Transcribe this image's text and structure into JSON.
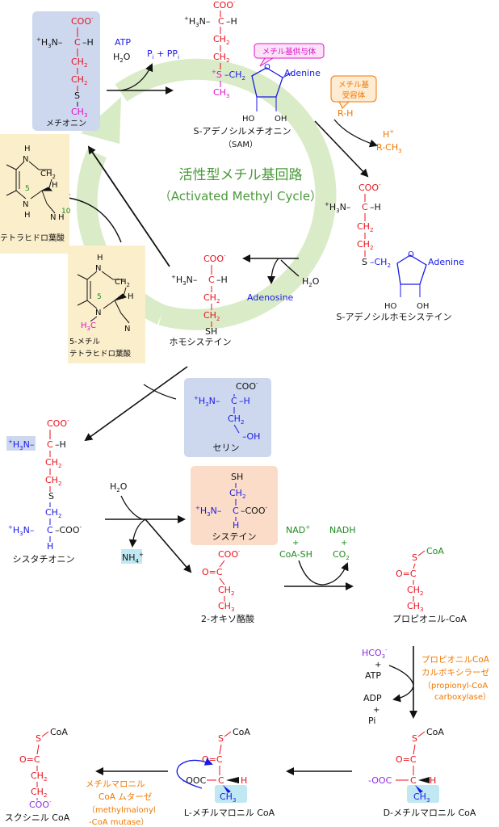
{
  "colors": {
    "red": "#e8101a",
    "blue": "#1a1ae6",
    "magenta": "#e010c8",
    "orange": "#f07800",
    "green": "#1e8a1e",
    "purple": "#8a2be2",
    "black": "#111111",
    "cycle": "#cfe6b8",
    "cycle_text": "#4a9a3a",
    "box_blue": "#cdd8ef",
    "box_yellow": "#fbeecb",
    "box_peach": "#fbdcc8",
    "box_cyan": "#bfe8f2"
  },
  "cycle": {
    "title_ja": "活性型メチル基回路",
    "title_en": "（Activated Methyl Cycle）"
  },
  "common": {
    "coo_minus": "COO",
    "coo": "COO",
    "minus": "-",
    "plus": "+",
    "h3n": "H",
    "h3n_3": "3",
    "h3n_n": "N",
    "c": "C",
    "h": "H",
    "ch2": "CH",
    "ch3": "CH",
    "sub2": "2",
    "sub3": "3",
    "s": "S",
    "sh": "SH",
    "oh": "OH",
    "ho": "HO",
    "o": "O",
    "nh": "N",
    "n": "N",
    "coa": "CoA",
    "dash": "–",
    "five": "5",
    "ten": "10"
  },
  "methionine": {
    "name": "メチオニン"
  },
  "step1": {
    "atp": "ATP",
    "h2o": "H",
    "h2o_o": "O",
    "pi": "P",
    "pi_sub": "i",
    "plus_pp": " + PP",
    "ppi_sub": "i"
  },
  "sam": {
    "name": "S-アデノシルメチオニン",
    "abbrev": "（SAM）",
    "adenine": "Adenine",
    "callout": "メチル基供与体"
  },
  "acceptor": {
    "callout_line1": "メチル基",
    "callout_line2": "受容体",
    "rh": "R-H",
    "hplus": "H",
    "rch3": "R-CH"
  },
  "sah": {
    "name": "S-アデノシルホモシステイン",
    "adenine": "Adenine",
    "h2o": "H",
    "h2o_o": "O",
    "adenosine": "Adenosine"
  },
  "homocysteine": {
    "name": "ホモシステイン"
  },
  "thf": {
    "name": "テトラヒドロ葉酸"
  },
  "mthf": {
    "name_line1": "5-メチル",
    "name_line2": "テトラヒドロ葉酸",
    "h3c": "H",
    "h3c_c": "C"
  },
  "serine": {
    "name": "セリン"
  },
  "cystathionine": {
    "name": "シスタチオニン"
  },
  "cysteine": {
    "name": "システイン"
  },
  "step_cys": {
    "h2o": "H",
    "h2o_o": "O",
    "nh4": "NH",
    "nh4_sub": "4"
  },
  "oxobutyrate": {
    "name": "2-オキソ酪酸"
  },
  "step_pdh": {
    "nad": "NAD",
    "plus": "+",
    "coash": "CoA-SH",
    "nadh": "NADH",
    "co2": "CO"
  },
  "propionyl": {
    "name": "プロピオニル-CoA"
  },
  "carboxylase": {
    "hco3": "HCO",
    "plus": "+",
    "atp": "ATP",
    "adp": "ADP",
    "pi": "Pi",
    "enzyme_ja1": "プロピオニルCoA",
    "enzyme_ja2": "カルボキシラーゼ",
    "enzyme_en1": "（propionyl-CoA",
    "enzyme_en2": "carboxylase）"
  },
  "d_mm": {
    "name": "D-メチルマロニル CoA",
    "ooc": "-OOC"
  },
  "l_mm": {
    "name": "L-メチルマロニル CoA",
    "ooc": "-OOC"
  },
  "mutase": {
    "ja1": "メチルマロニル",
    "ja2": "CoA ムターゼ",
    "en1": "（methylmalonyl",
    "en2": "-CoA mutase）"
  },
  "succinyl": {
    "name": "スクシニル CoA"
  }
}
